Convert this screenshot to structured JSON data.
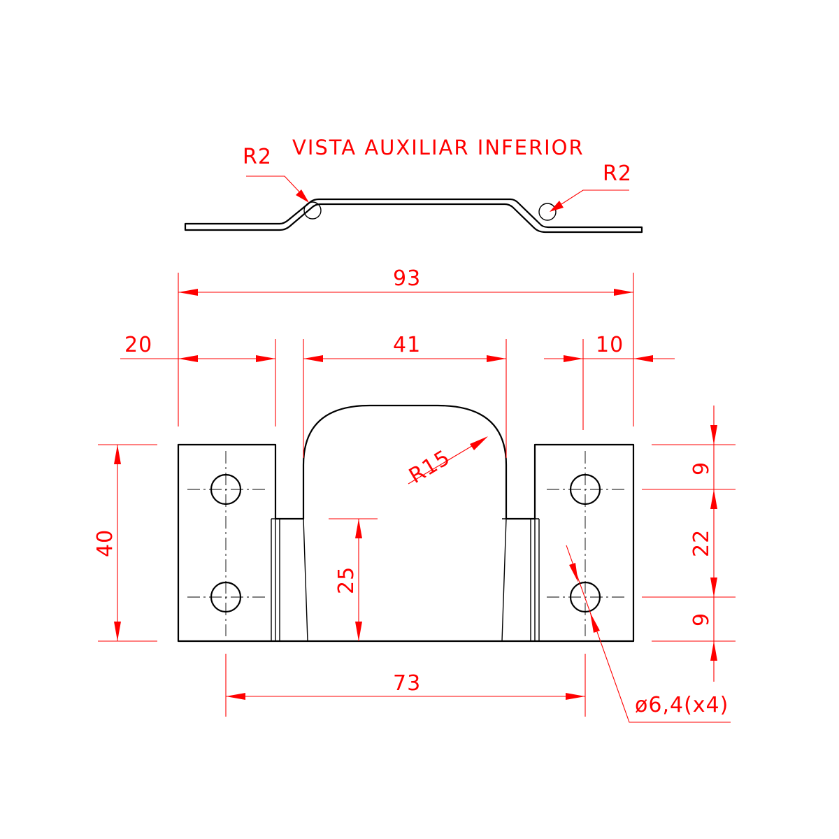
{
  "view": {
    "title": "VISTA AUXILIAR INFERIOR",
    "radius_left": "R2",
    "radius_right": "R2"
  },
  "dimensions": {
    "overall_width": "93",
    "left_flange": "20",
    "slot_width": "41",
    "right_flange": "10",
    "height": "40",
    "arch_radius": "R15",
    "leg_height": "25",
    "hole_spacing_x": "73",
    "hole_top_offset": "9",
    "hole_spacing_y": "22",
    "hole_bottom_offset": "9",
    "hole_diameter": "ø6,4(x4)"
  },
  "colors": {
    "part_line": "#000000",
    "dimension_line": "#ff0000"
  }
}
